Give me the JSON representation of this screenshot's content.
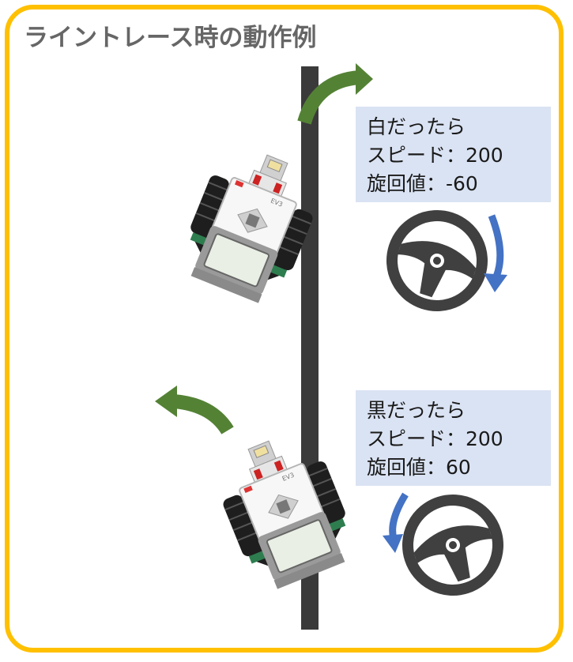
{
  "title": "ライントレース時の動作例",
  "colors": {
    "frame": "#FFC000",
    "line": "#3a3a3a",
    "arrow_green": "#548235",
    "arrow_blue": "#4472C4",
    "box_bg": "#DAE3F3",
    "wheel": "#404040"
  },
  "cases": [
    {
      "condition": "白だったら",
      "speed": "スピード：200",
      "turn": "旋回値：-60",
      "steering_direction": "clockwise"
    },
    {
      "condition": "黒だったら",
      "speed": "スピード：200",
      "turn": "旋回値：60",
      "steering_direction": "counterclockwise"
    }
  ],
  "icons": [
    "robot-icon",
    "steering-wheel-icon",
    "curved-arrow-icon"
  ]
}
